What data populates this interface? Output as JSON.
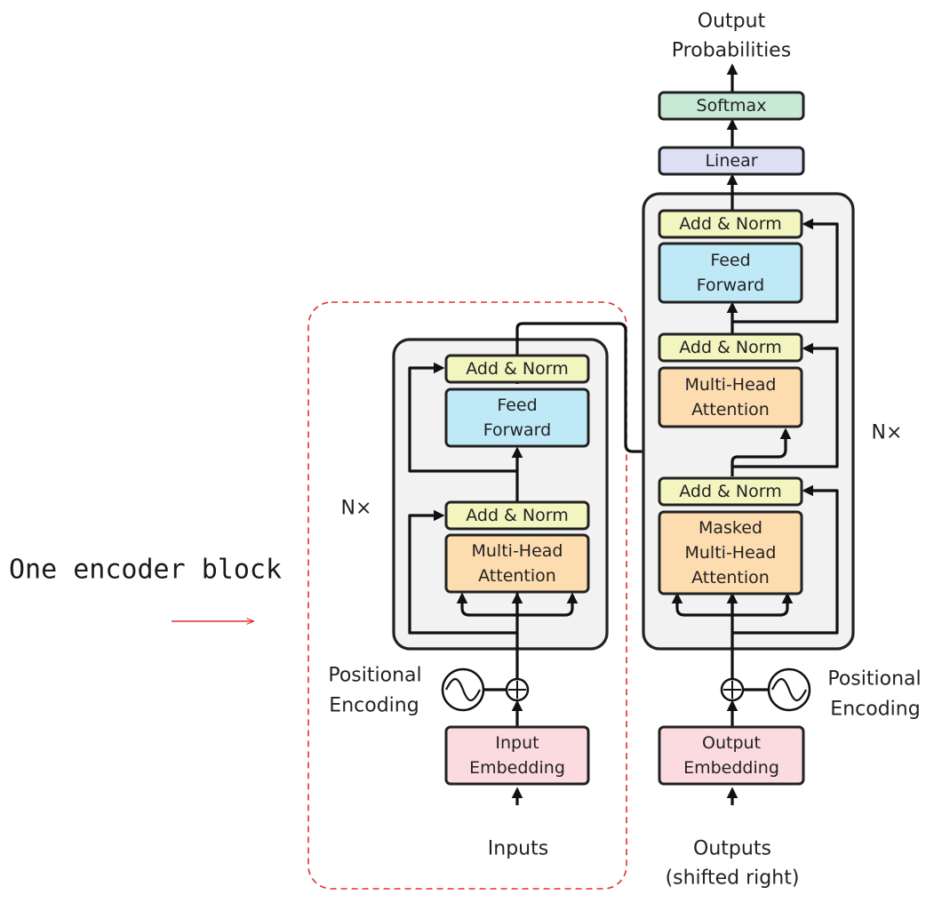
{
  "colors": {
    "add_norm": "#f3f5bf",
    "feed_forward": "#bfe9f7",
    "attention": "#fddcb0",
    "embedding": "#fbdbe0",
    "linear": "#dde0f5",
    "softmax": "#c8ead5",
    "stack_bg": "#f2f2f2",
    "annotation": "#e03030"
  },
  "encoder": {
    "repeat_label": "N×",
    "add_norm_top": "Add & Norm",
    "feed_forward": [
      "Feed",
      "Forward"
    ],
    "add_norm_bottom": "Add & Norm",
    "attention": [
      "Multi-Head",
      "Attention"
    ],
    "positional_encoding": [
      "Positional",
      "Encoding"
    ],
    "embedding": [
      "Input",
      "Embedding"
    ],
    "input_label": "Inputs"
  },
  "decoder": {
    "repeat_label": "N×",
    "add_norm_top": "Add & Norm",
    "feed_forward": [
      "Feed",
      "Forward"
    ],
    "add_norm_mid": "Add & Norm",
    "cross_attention": [
      "Multi-Head",
      "Attention"
    ],
    "add_norm_bottom": "Add & Norm",
    "masked_attention": [
      "Masked",
      "Multi-Head",
      "Attention"
    ],
    "positional_encoding": [
      "Positional",
      "Encoding"
    ],
    "embedding": [
      "Output",
      "Embedding"
    ],
    "input_label": [
      "Outputs",
      "(shifted right)"
    ],
    "linear": "Linear",
    "softmax": "Softmax",
    "output_label": [
      "Output",
      "Probabilities"
    ]
  },
  "annotation": {
    "text": "One encoder block"
  }
}
